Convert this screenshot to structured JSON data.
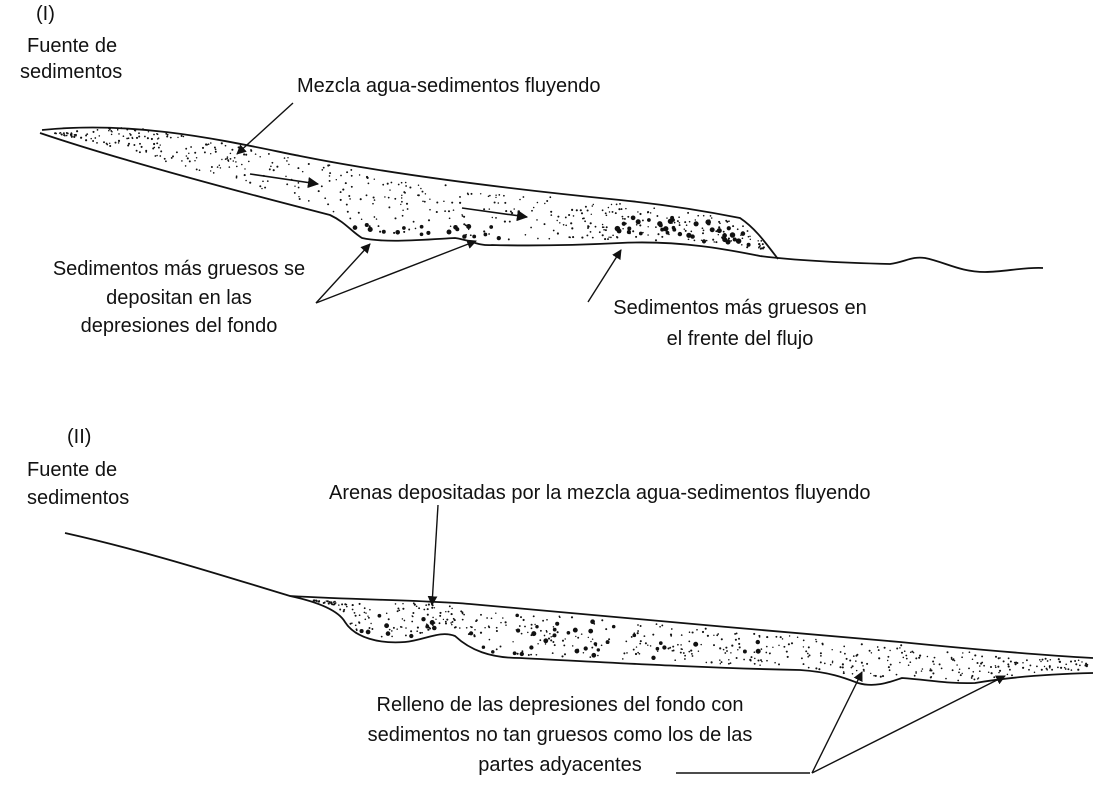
{
  "panel_1": {
    "label": "(I)",
    "source_line1": "Fuente de",
    "source_line2": "sedimentos",
    "flow_label": "Mezcla agua-sedimentos fluyendo",
    "deposit_line1": "Sedimentos más gruesos se",
    "deposit_line2": "depositan en las",
    "deposit_line3": "depresiones del fondo",
    "front_line1": "Sedimentos más gruesos en",
    "front_line2": "el frente del flujo"
  },
  "panel_2": {
    "label": "(II)",
    "source_line1": "Fuente de",
    "source_line2": "sedimentos",
    "sands_label": "Arenas depositadas por la mezcla agua-sedimentos fluyendo",
    "fill_line1": "Relleno de las depresiones del fondo con",
    "fill_line2": "sedimentos no tan gruesos como los de las",
    "fill_line3": "partes adyacentes"
  },
  "colors": {
    "ink": "#111111",
    "background": "#ffffff"
  }
}
